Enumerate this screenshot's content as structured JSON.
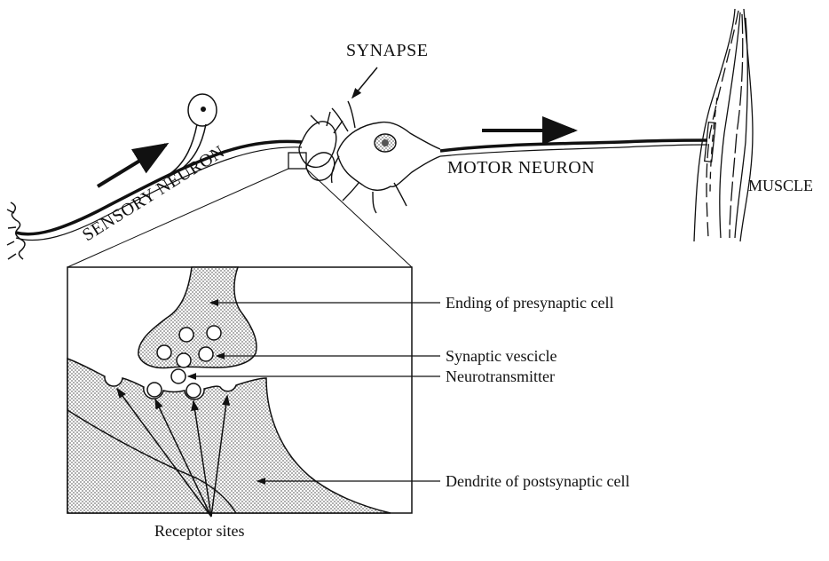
{
  "labels": {
    "synapse": "SYNAPSE",
    "sensory_neuron": "SENSORY NEURON",
    "motor_neuron": "MOTOR NEURON",
    "muscle": "MUSCLE",
    "presynaptic_ending": "Ending of presynaptic cell",
    "synaptic_vesicle": "Synaptic vescicle",
    "neurotransmitter": "Neurotransmitter",
    "postsynaptic_dendrite": "Dendrite of postsynaptic cell",
    "receptor_sites": "Receptor sites"
  },
  "colors": {
    "ink": "#111111",
    "stipple": "#9a9a9a",
    "background": "#ffffff"
  }
}
